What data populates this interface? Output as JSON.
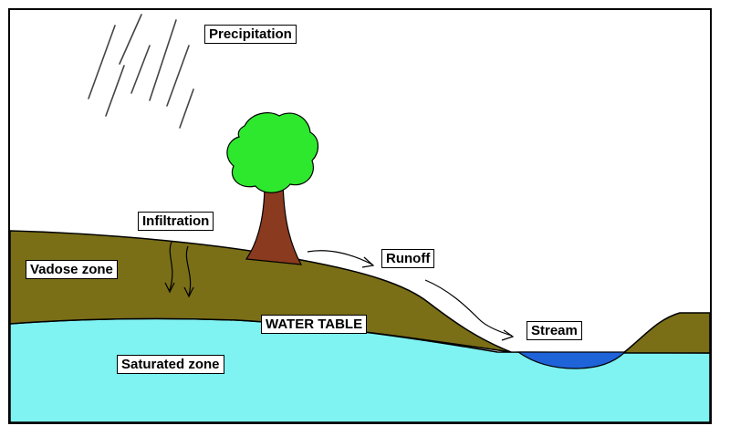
{
  "labels": {
    "precipitation": "Precipitation",
    "infiltration": "Infiltration",
    "runoff": "Runoff",
    "vadose_zone": "Vadose zone",
    "water_table": "WATER TABLE",
    "stream": "Stream",
    "saturated_zone": "Saturated zone"
  },
  "colors": {
    "ground": "#7a6e17",
    "saturated_water": "#7ff2f2",
    "stream_water": "#1f63d9",
    "tree_foliage": "#2ee82e",
    "tree_trunk": "#8a3a1e",
    "outline": "#000000"
  }
}
